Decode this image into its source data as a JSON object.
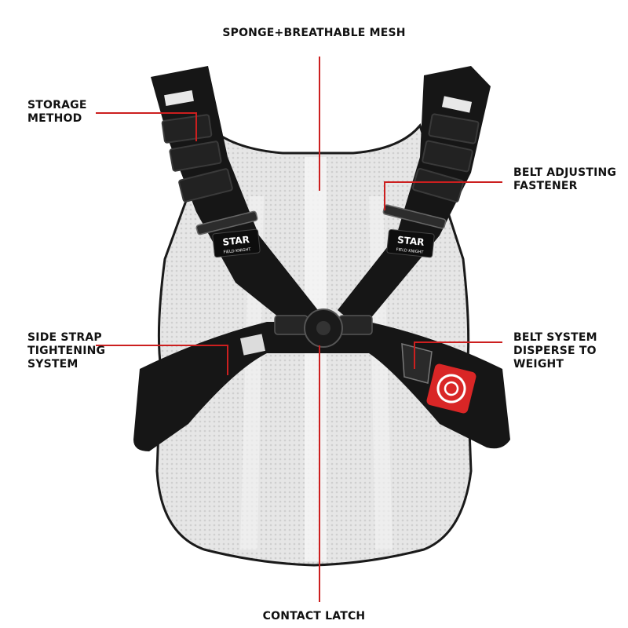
{
  "colors": {
    "callout_line": "#cc1f1f",
    "strap": "#141414",
    "mesh": "#e4e4e4",
    "badge_red": "#d92626"
  },
  "labels": {
    "top": [
      "SPONGE+BREATHABLE MESH"
    ],
    "storage": [
      "STORAGE",
      "METHOD"
    ],
    "side_strap": [
      "SIDE STRAP",
      "TIGHTENING",
      "SYSTEM"
    ],
    "belt_adjusting": [
      "BELT ADJUSTING",
      "FASTENER"
    ],
    "belt_system": [
      "BELT SYSTEM",
      "DISPERSE TO",
      "WEIGHT"
    ],
    "bottom": [
      "CONTACT LATCH"
    ]
  },
  "brand_logo": {
    "text": "STAR",
    "subtext": "FIELD KNIGHT"
  }
}
